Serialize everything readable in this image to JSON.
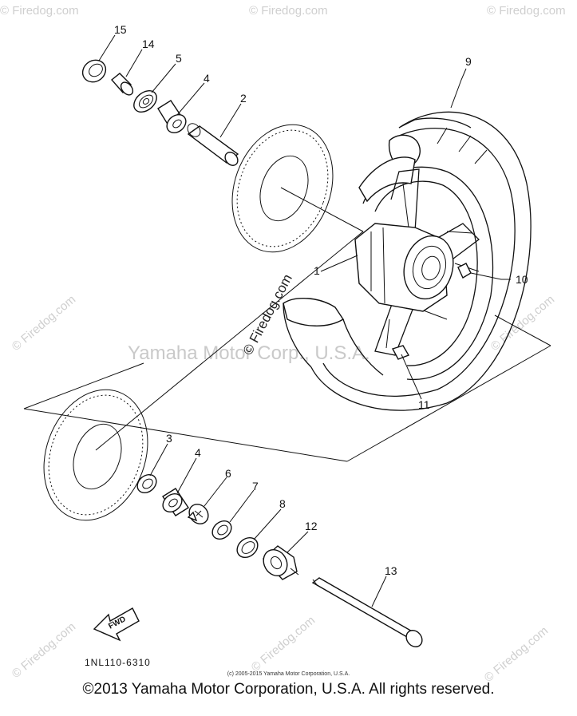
{
  "watermarks": {
    "site": "© Firedog.com",
    "center": "© Firedog.com",
    "faint_owner": "Yamaha Motor Corp., U.S.A."
  },
  "diagram_code": "1NL110-6310",
  "fwd_label": "FWD",
  "small_copyright": "(c) 2005-2015 Yamaha Motor Corporation, U.S.A.",
  "footer": "©2013 Yamaha Motor Corporation, U.S.A. All rights reserved.",
  "part_numbers": {
    "p15": "15",
    "p14": "14",
    "p5": "5",
    "p4_top": "4",
    "p2": "2",
    "p9": "9",
    "p1": "1",
    "p10": "10",
    "p11": "11",
    "p3": "3",
    "p4_bottom": "4",
    "p6": "6",
    "p7": "7",
    "p8": "8",
    "p12": "12",
    "p13": "13"
  }
}
